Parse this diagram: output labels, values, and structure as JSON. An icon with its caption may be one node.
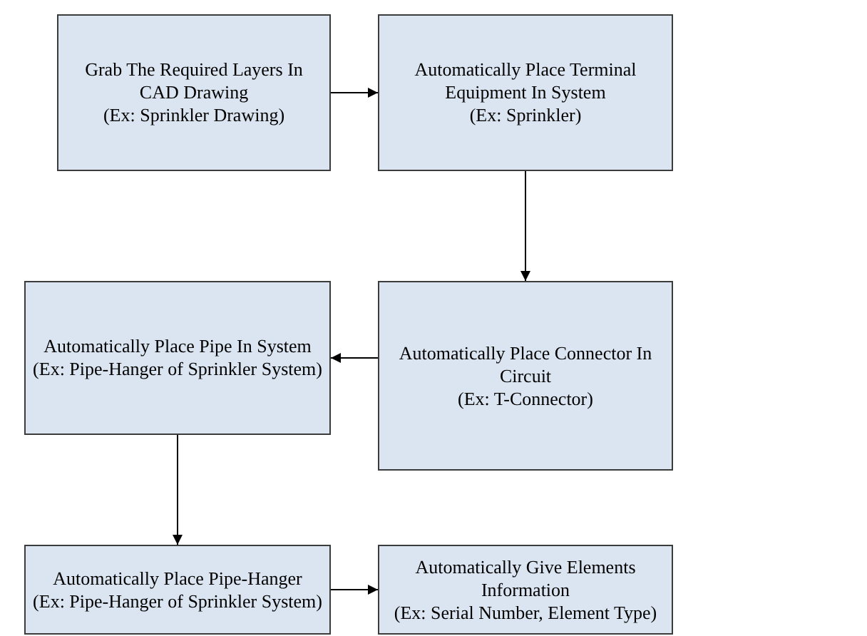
{
  "diagram": {
    "nodes": [
      {
        "text": [
          "Grab The Required Layers In CAD Drawing",
          "(Ex: Sprinkler Drawing)"
        ]
      },
      {
        "text": [
          "Automatically Place Terminal Equipment In System",
          "(Ex: Sprinkler)"
        ]
      },
      {
        "text": [
          "Automatically Place Pipe In System",
          "(Ex: Pipe-Hanger of Sprinkler System)"
        ]
      },
      {
        "text": [
          "Automatically Place Connector In Circuit",
          "(Ex: T-Connector)"
        ]
      },
      {
        "text": [
          "Automatically Place Pipe-Hanger",
          "(Ex: Pipe-Hanger of Sprinkler System)"
        ]
      },
      {
        "text": [
          "Automatically Give Elements Information",
          "(Ex: Serial Number, Element Type)"
        ]
      }
    ],
    "edges": [
      {
        "from": 0,
        "to": 1,
        "arrow": "to"
      },
      {
        "from": 1,
        "to": 3,
        "arrow": "to"
      },
      {
        "from": 3,
        "to": 2,
        "arrow": "to"
      },
      {
        "from": 2,
        "to": 4,
        "arrow": "to"
      },
      {
        "from": 4,
        "to": 5,
        "arrow": "to"
      }
    ]
  }
}
